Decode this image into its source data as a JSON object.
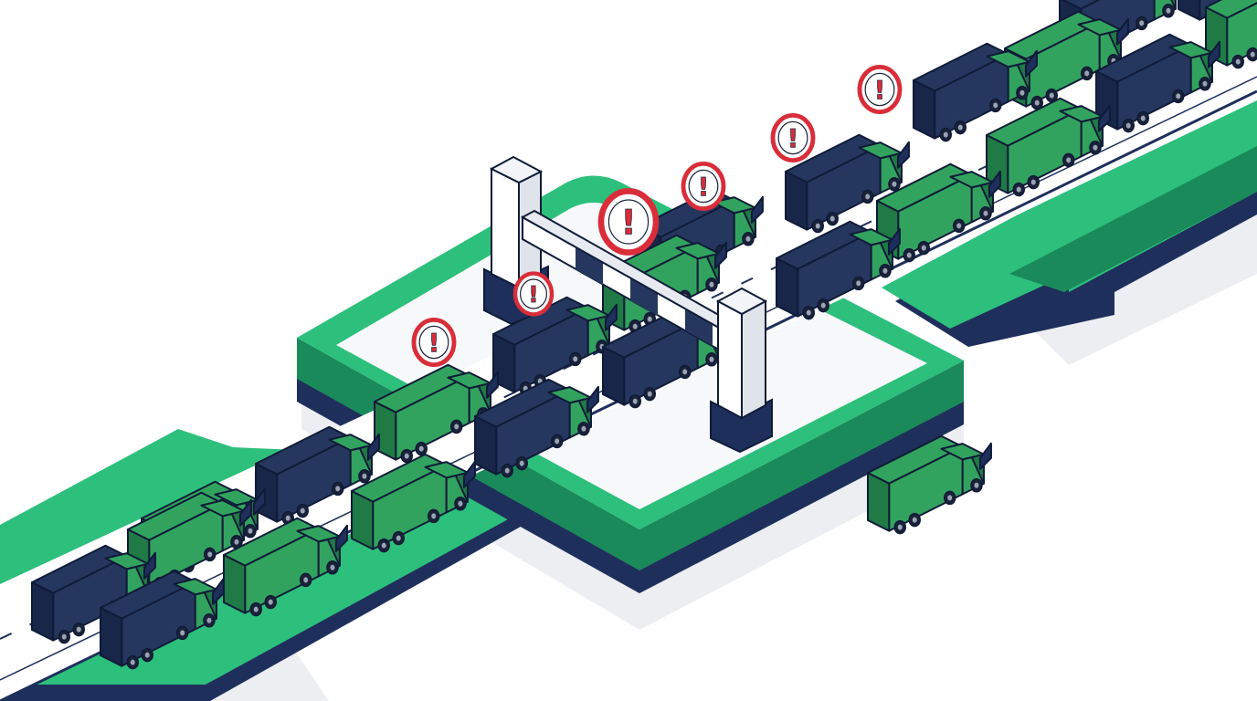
{
  "colors": {
    "background": "#ffffff",
    "platform_top": "#2dbf7c",
    "platform_side": "#1a8a5a",
    "platform_base": "#1f2f5c",
    "deck": "#f7f8fa",
    "road": "#ffffff",
    "lane_line": "#1f2f5c",
    "shadow": "#e6e8ec",
    "truck_green": "#32a35f",
    "truck_green_dark": "#1f7a45",
    "truck_navy": "#26375f",
    "truck_navy_dark": "#18264a",
    "outline": "#0f1b38",
    "gate_post": "#f2f4f7",
    "gate_stripe": "#26375f",
    "alert_ring": "#d92d3a",
    "alert_fill": "#ffffff"
  },
  "icons": {
    "alert": "exclamation-circle-icon",
    "truck": "cargo-truck-icon",
    "gate": "boom-barrier-icon"
  },
  "alert_marks": [
    {
      "glyph": "!"
    },
    {
      "glyph": "!"
    },
    {
      "glyph": "!"
    },
    {
      "glyph": "!"
    },
    {
      "glyph": "!"
    },
    {
      "glyph": "!"
    },
    {
      "glyph": "!"
    }
  ],
  "trucks": [
    {
      "color": "navy"
    },
    {
      "color": "green"
    },
    {
      "color": "navy"
    },
    {
      "color": "green"
    },
    {
      "color": "green"
    },
    {
      "color": "navy"
    },
    {
      "color": "navy"
    },
    {
      "color": "green"
    },
    {
      "color": "green"
    },
    {
      "color": "navy"
    },
    {
      "color": "navy"
    },
    {
      "color": "green"
    },
    {
      "color": "navy"
    },
    {
      "color": "green"
    },
    {
      "color": "navy"
    },
    {
      "color": "navy"
    },
    {
      "color": "green"
    },
    {
      "color": "navy"
    },
    {
      "color": "navy"
    },
    {
      "color": "green"
    },
    {
      "color": "navy"
    },
    {
      "color": "green"
    },
    {
      "color": "green"
    },
    {
      "color": "navy"
    }
  ]
}
